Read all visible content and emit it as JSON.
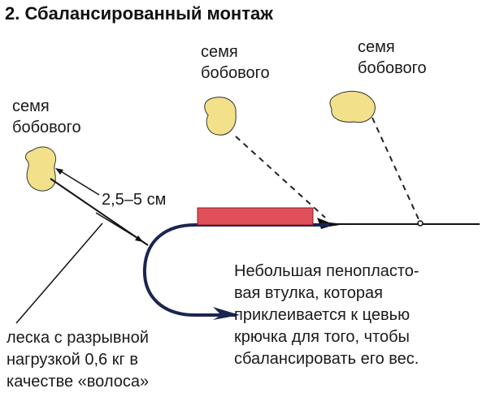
{
  "title": "2. Сбалансированный монтаж",
  "bait_labels": [
    {
      "line1": "семя",
      "line2": "бобового"
    },
    {
      "line1": "семя",
      "line2": "бобового"
    },
    {
      "line1": "семя",
      "line2": "бобового"
    }
  ],
  "distance_label": "2,5–5 см",
  "foam_note": [
    "Небольшая пенопласто-",
    "вая втулка, которая",
    "приклеивается к цевью",
    "крючка для того, чтобы",
    "сбалансировать его вес."
  ],
  "line_note": [
    "леска с разрывной",
    "нагрузкой 0,6 кг в",
    "качестве «волоса»"
  ],
  "colors": {
    "bean": "#f2e08a",
    "foam": "#e0505a",
    "hook": "#1c2450"
  }
}
